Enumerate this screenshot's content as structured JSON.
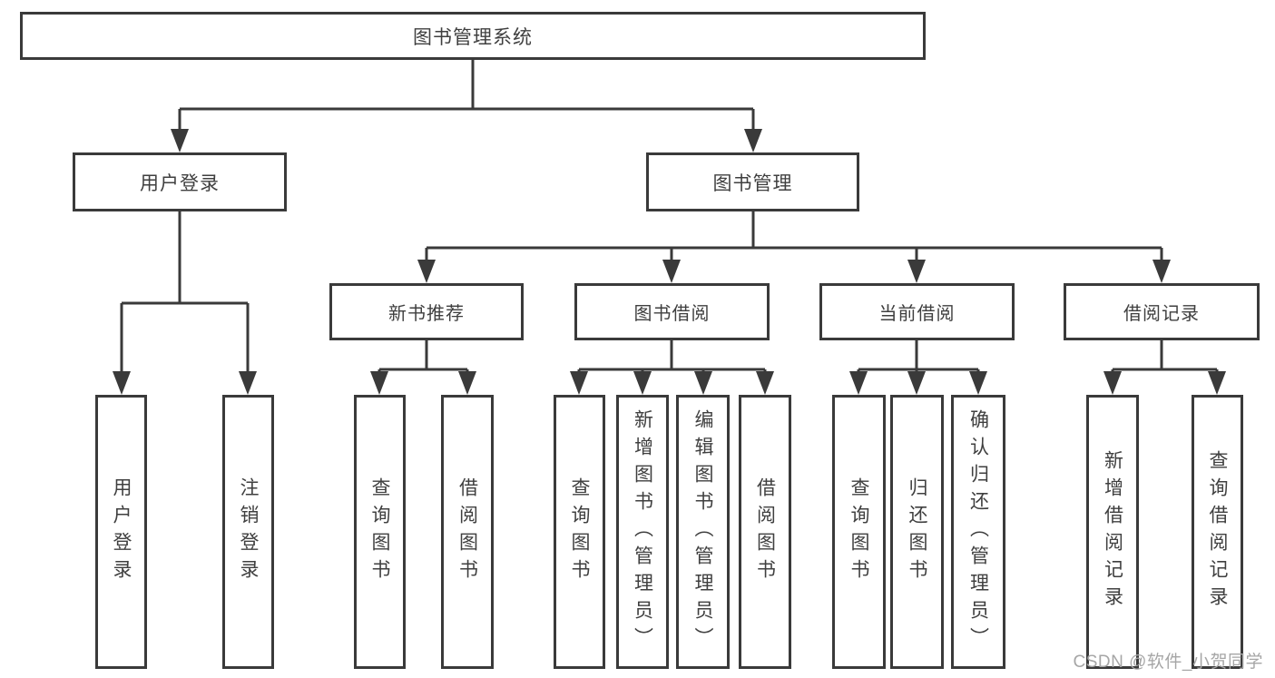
{
  "diagram": {
    "root": "图书管理系统",
    "branches": [
      {
        "label": "用户登录",
        "children": [
          "用户登录",
          "注销登录"
        ]
      },
      {
        "label": "图书管理",
        "groups": [
          {
            "label": "新书推荐",
            "children": [
              "查询图书",
              "借阅图书"
            ]
          },
          {
            "label": "图书借阅",
            "children": [
              "查询图书",
              "新增图书（管理员）",
              "编辑图书（管理员）",
              "借阅图书"
            ]
          },
          {
            "label": "当前借阅",
            "children": [
              "查询图书",
              "归还图书",
              "确认归还（管理员）"
            ]
          },
          {
            "label": "借阅记录",
            "children": [
              "新增借阅记录",
              "查询借阅记录"
            ]
          }
        ]
      }
    ]
  },
  "watermark": "CSDN @软件_小贺同学",
  "colors": {
    "line": "#3a3a3a",
    "text": "#3f3f3f",
    "watermark": "#a6a6a6",
    "background": "#ffffff"
  }
}
